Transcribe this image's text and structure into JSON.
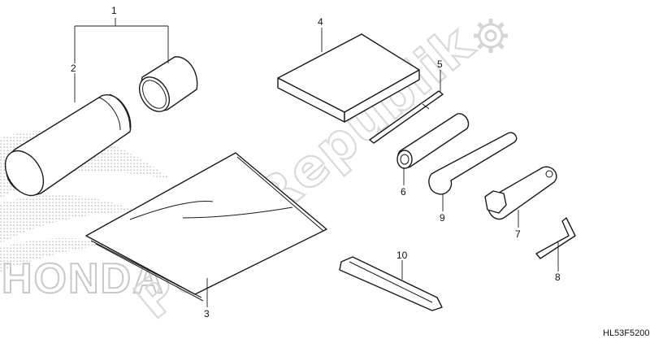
{
  "callouts": {
    "c1": "1",
    "c2": "2",
    "c3": "3",
    "c4": "4",
    "c5": "5",
    "c6": "6",
    "c7": "7",
    "c8": "8",
    "c9": "9",
    "c10": "10"
  },
  "diagram_code": "HL53F5200",
  "watermark": {
    "text": "PartsRepublik"
  },
  "brand_logo": {
    "text": "HONDA"
  }
}
